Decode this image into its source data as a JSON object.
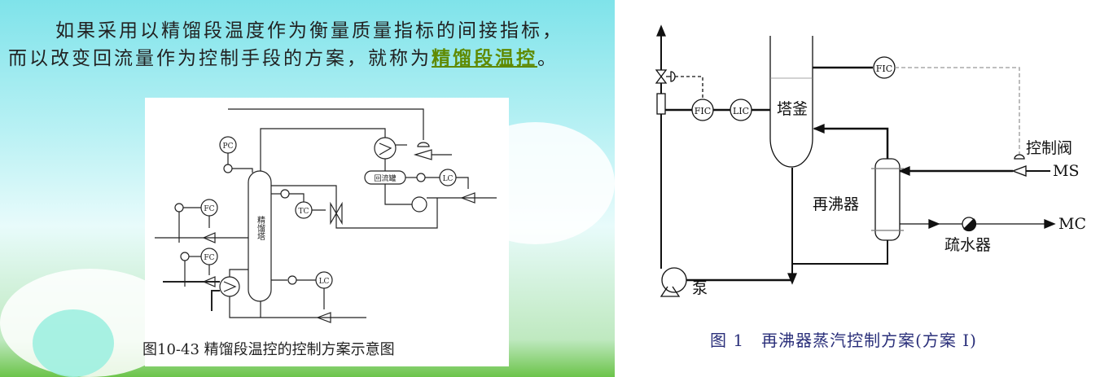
{
  "left_slide": {
    "line1": "如果采用以精馏段温度作为衡量质量指标的间接指标，",
    "line2_prefix": "而以改变回流量作为控制手段的方案，就称为",
    "line2_highlight": "精馏段温控",
    "line2_suffix": "。",
    "highlight_color": "#5f8a00",
    "diagram": {
      "column": "精馏塔",
      "reflux_drum": "回流罐",
      "instruments": [
        "PC",
        "FC",
        "FC",
        "TC",
        "LC",
        "LC"
      ]
    },
    "caption": "图10-43 精馏段温控的控制方案示意图"
  },
  "right_figure": {
    "labels": {
      "tank": "塔釜",
      "reboiler": "再沸器",
      "valve": "控制阀",
      "steam_in": "MS",
      "condensate_out": "MC",
      "trap": "疏水器",
      "pump": "泵"
    },
    "instruments": {
      "fic_top": "FIC",
      "fic": "FIC",
      "lic": "LIC"
    },
    "caption": "图 1　再沸器蒸汽控制方案(方案 I)"
  }
}
